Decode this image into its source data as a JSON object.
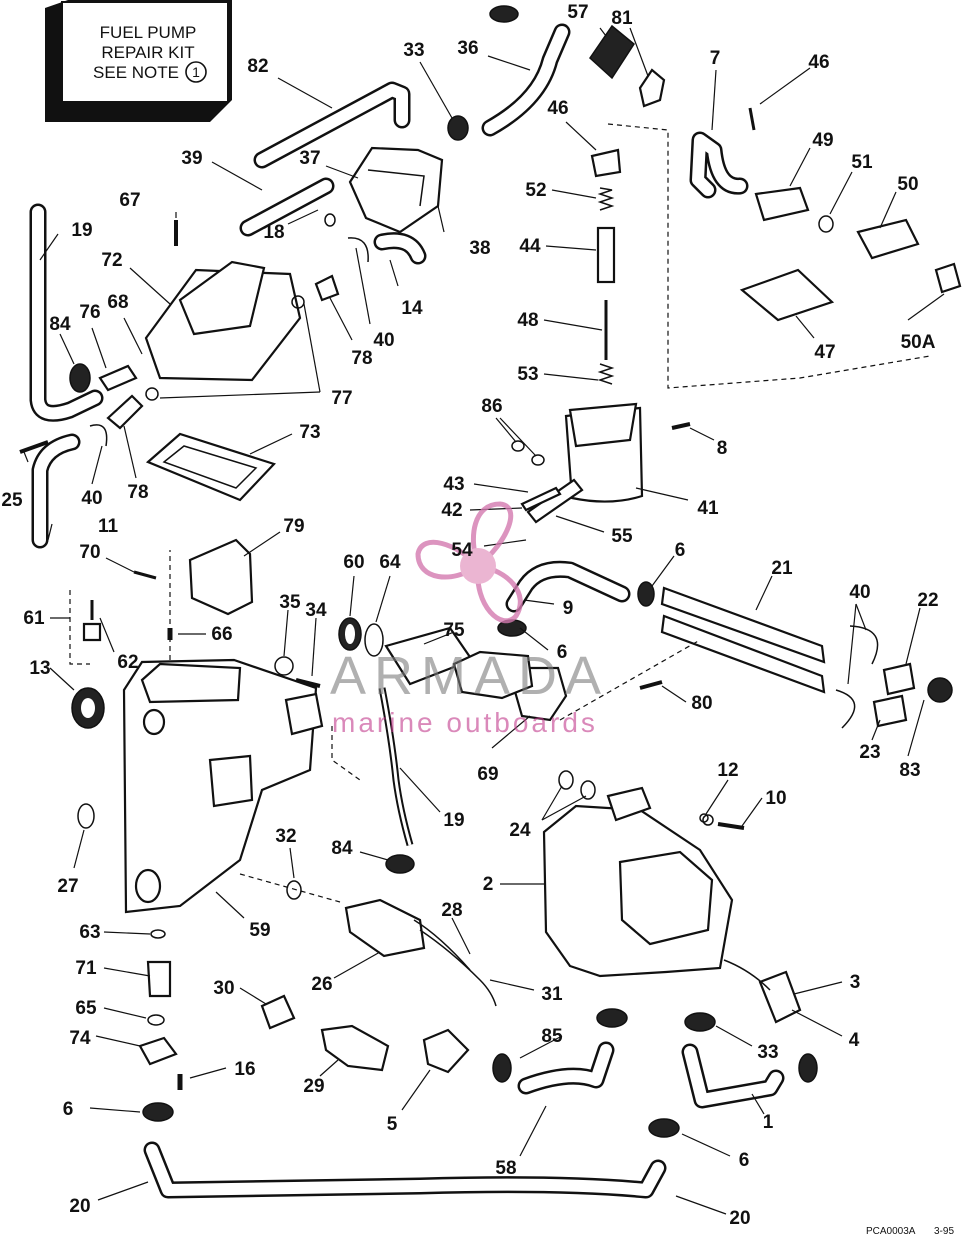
{
  "kit_box": {
    "line1": "FUEL PUMP",
    "line2": "REPAIR KIT",
    "line3": "SEE NOTE",
    "note_number": "1"
  },
  "watermark": {
    "brand": "ARMADA",
    "tagline": "marine outboards",
    "color": "#c23b8c"
  },
  "footer": {
    "code": "PCA0003A",
    "date": "3-95"
  },
  "labels": [
    "57",
    "81",
    "33",
    "36",
    "82",
    "7",
    "46",
    "46",
    "49",
    "51",
    "50",
    "39",
    "37",
    "52",
    "44",
    "67",
    "19",
    "72",
    "18",
    "38",
    "14",
    "40",
    "47",
    "50A",
    "84",
    "76",
    "68",
    "78",
    "48",
    "53",
    "77",
    "86",
    "8",
    "73",
    "25",
    "40",
    "78",
    "11",
    "43",
    "41",
    "42",
    "55",
    "79",
    "70",
    "54",
    "6",
    "21",
    "60",
    "64",
    "61",
    "35",
    "34",
    "66",
    "40",
    "22",
    "62",
    "9",
    "75",
    "6",
    "13",
    "80",
    "23",
    "83",
    "69",
    "12",
    "10",
    "19",
    "24",
    "27",
    "84",
    "32",
    "2",
    "59",
    "28",
    "63",
    "26",
    "31",
    "3",
    "71",
    "30",
    "65",
    "85",
    "33",
    "4",
    "74",
    "29",
    "16",
    "5",
    "1",
    "6",
    "58",
    "6",
    "20",
    "20"
  ]
}
